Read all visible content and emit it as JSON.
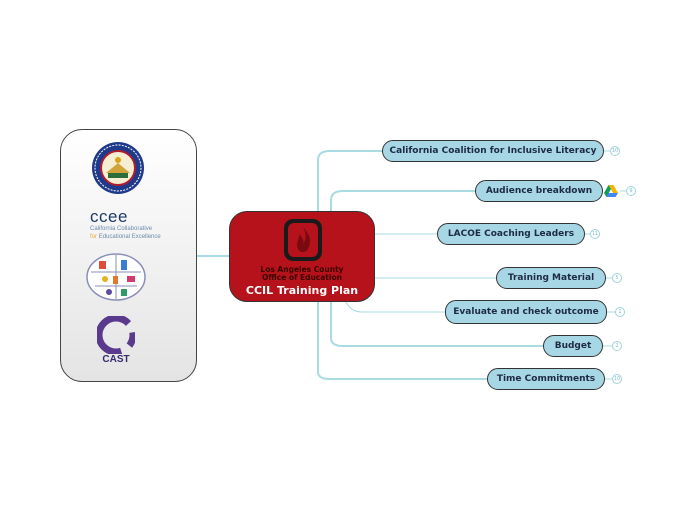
{
  "central": {
    "title": "CCIL Training Plan",
    "org_line1": "Los Angeles County",
    "org_line2": "Office of Education"
  },
  "logos": {
    "seal_label": "California Department of Education seal",
    "ccee_title": "ccee",
    "ccee_sub1": "California Collaborative",
    "ccee_sub2_for": "for",
    "ccee_sub2": "Educational Excellence",
    "cast_title": "CAST"
  },
  "branches": [
    {
      "label": "California Coalition for Inclusive Literacy",
      "badge": "10"
    },
    {
      "label": "Audience breakdown",
      "badge": "9",
      "has_drive_icon": true
    },
    {
      "label": "LACOE Coaching Leaders",
      "badge": "11"
    },
    {
      "label": "Training Material",
      "badge": "5"
    },
    {
      "label": "Evaluate and check outcome",
      "badge": "1"
    },
    {
      "label": "Budget",
      "badge": "2"
    },
    {
      "label": "Time Commitments",
      "badge": "10"
    }
  ],
  "colors": {
    "central_fill": "#b5121b",
    "branch_fill": "#a7d7e4",
    "connector": "#9fd3dc"
  }
}
